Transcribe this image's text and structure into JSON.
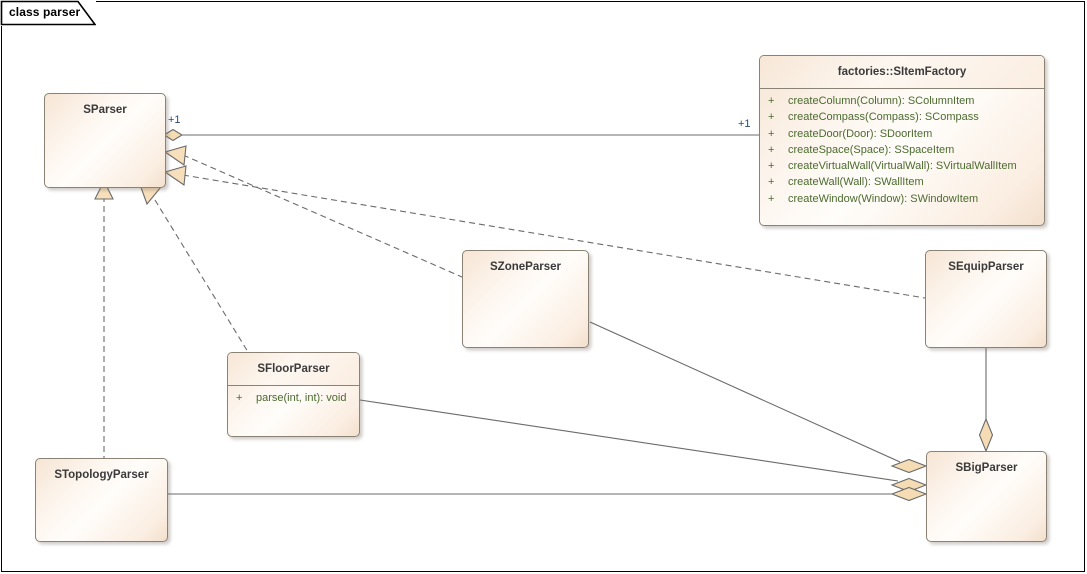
{
  "diagram": {
    "tab_label": "class parser",
    "type": "uml-class-diagram",
    "colors": {
      "box_border": "#8a8275",
      "box_fill_light": "#fffdfa",
      "box_fill_peach": "#f3e0cd",
      "title_text": "#3a3a3a",
      "member_text": "#4b6b2f",
      "multiplicity_text": "#2b4a6f",
      "connector": "#6b6b6b",
      "diamond_fill": "#f5dcb4",
      "triangle_fill": "#f7dfbb",
      "frame_border": "#000000",
      "background": "#ffffff"
    }
  },
  "classes": [
    {
      "id": "sparser",
      "name": "SParser",
      "members": []
    },
    {
      "id": "sitemfactory",
      "name": "factories::SItemFactory",
      "members": [
        {
          "visibility": "+",
          "signature": "createColumn(Column): SColumnItem"
        },
        {
          "visibility": "+",
          "signature": "createCompass(Compass): SCompass"
        },
        {
          "visibility": "+",
          "signature": "createDoor(Door): SDoorItem"
        },
        {
          "visibility": "+",
          "signature": "createSpace(Space): SSpaceItem"
        },
        {
          "visibility": "+",
          "signature": "createVirtualWall(VirtualWall): SVirtualWallItem"
        },
        {
          "visibility": "+",
          "signature": "createWall(Wall): SWallItem"
        },
        {
          "visibility": "+",
          "signature": "createWindow(Window): SWindowItem"
        }
      ]
    },
    {
      "id": "szoneparser",
      "name": "SZoneParser",
      "members": []
    },
    {
      "id": "sequipparser",
      "name": "SEquipParser",
      "members": []
    },
    {
      "id": "sfloorparser",
      "name": "SFloorParser",
      "members": [
        {
          "visibility": "+",
          "signature": "parse(int, int): void"
        }
      ]
    },
    {
      "id": "stopologyparser",
      "name": "STopologyParser",
      "members": []
    },
    {
      "id": "sbigparser",
      "name": "SBigParser",
      "members": []
    }
  ],
  "multiplicities": {
    "sparser_to_factory_source": "+1",
    "sparser_to_factory_target": "+1"
  },
  "relationships": [
    {
      "id": "rel-aggregation-sparser-itemfactory",
      "kind": "aggregation",
      "from": "sparser",
      "to": "sitemfactory",
      "source_multiplicity": "+1",
      "target_multiplicity": "+1"
    },
    {
      "id": "rel-realization-szoneparser-sparser",
      "kind": "realization",
      "from": "szoneparser",
      "to": "sparser"
    },
    {
      "id": "rel-realization-sequipparser-sparser",
      "kind": "realization",
      "from": "sequipparser",
      "to": "sparser"
    },
    {
      "id": "rel-realization-sfloorparser-sparser",
      "kind": "realization",
      "from": "sfloorparser",
      "to": "sparser"
    },
    {
      "id": "rel-realization-stopologyparser-sparser",
      "kind": "realization",
      "from": "stopologyparser",
      "to": "sparser"
    },
    {
      "id": "rel-aggregation-szoneparser-sbigparser",
      "kind": "aggregation",
      "from": "szoneparser",
      "to": "sbigparser"
    },
    {
      "id": "rel-aggregation-sfloorparser-sbigparser",
      "kind": "aggregation",
      "from": "sfloorparser",
      "to": "sbigparser"
    },
    {
      "id": "rel-aggregation-stopologyparser-sbigparser",
      "kind": "aggregation",
      "from": "stopologyparser",
      "to": "sbigparser"
    },
    {
      "id": "rel-aggregation-sequipparser-sbigparser",
      "kind": "aggregation",
      "from": "sequipparser",
      "to": "sbigparser"
    }
  ]
}
